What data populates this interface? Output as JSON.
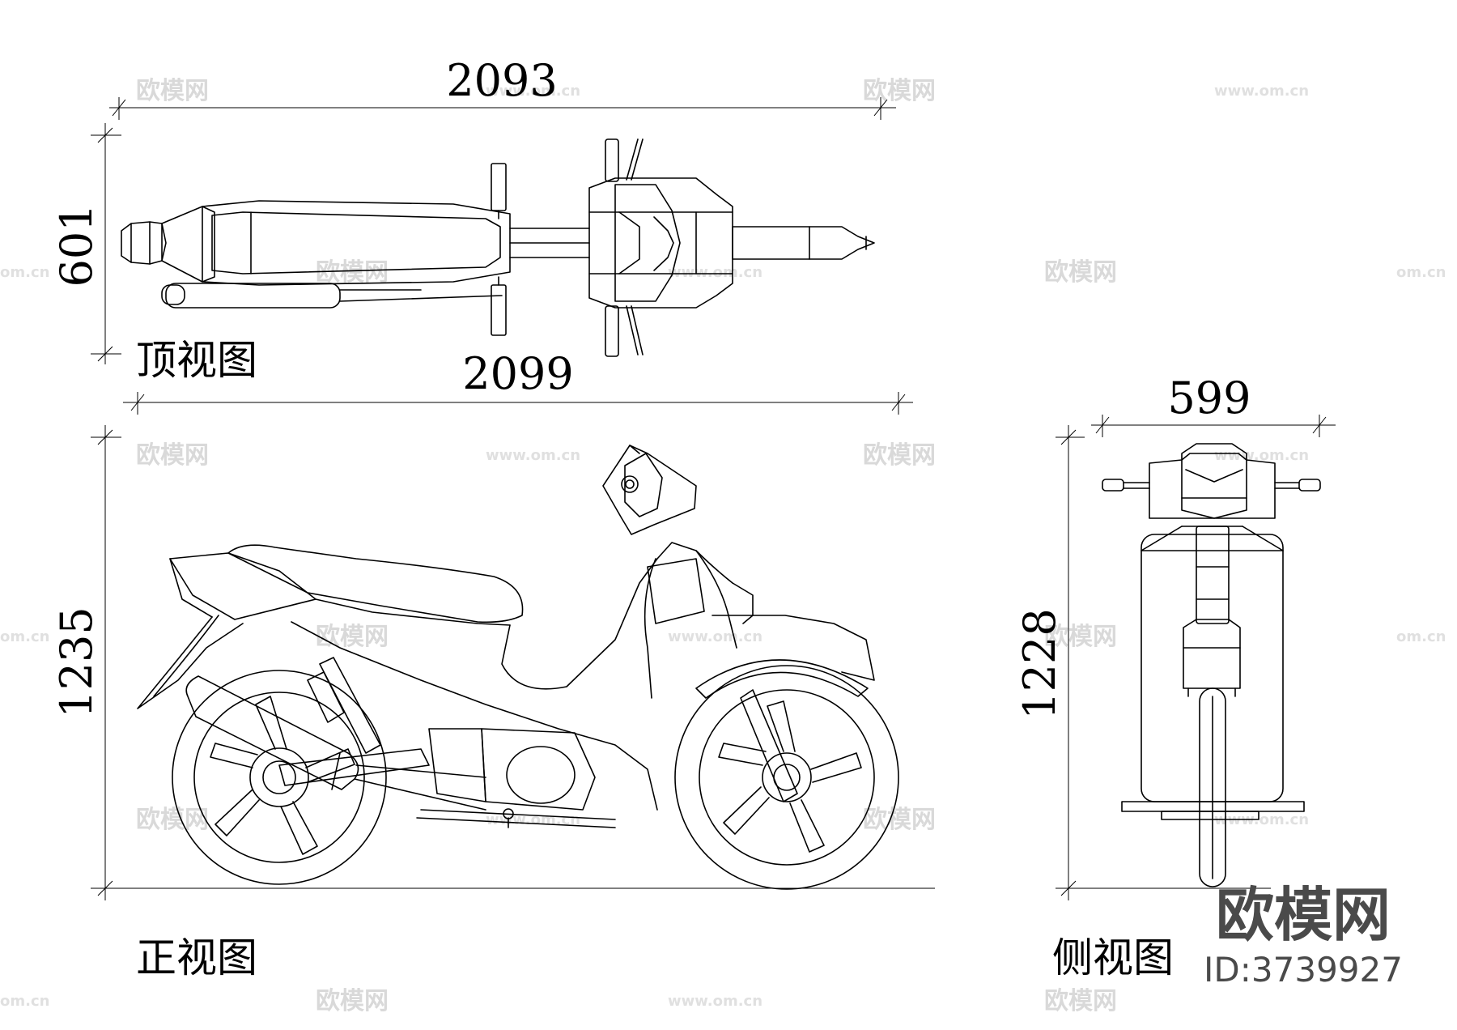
{
  "dimensions": {
    "top_length": "2093",
    "top_width": "601",
    "front_length": "2099",
    "front_height": "1235",
    "side_width": "599",
    "side_height": "1228"
  },
  "view_labels": {
    "top": "顶视图",
    "front": "正视图",
    "side": "侧视图"
  },
  "watermark": {
    "logo_text": "欧模网",
    "site_text": "www.om.cn",
    "site_partial": "om.cn",
    "brand": "欧模网",
    "id": "ID:3739927"
  }
}
